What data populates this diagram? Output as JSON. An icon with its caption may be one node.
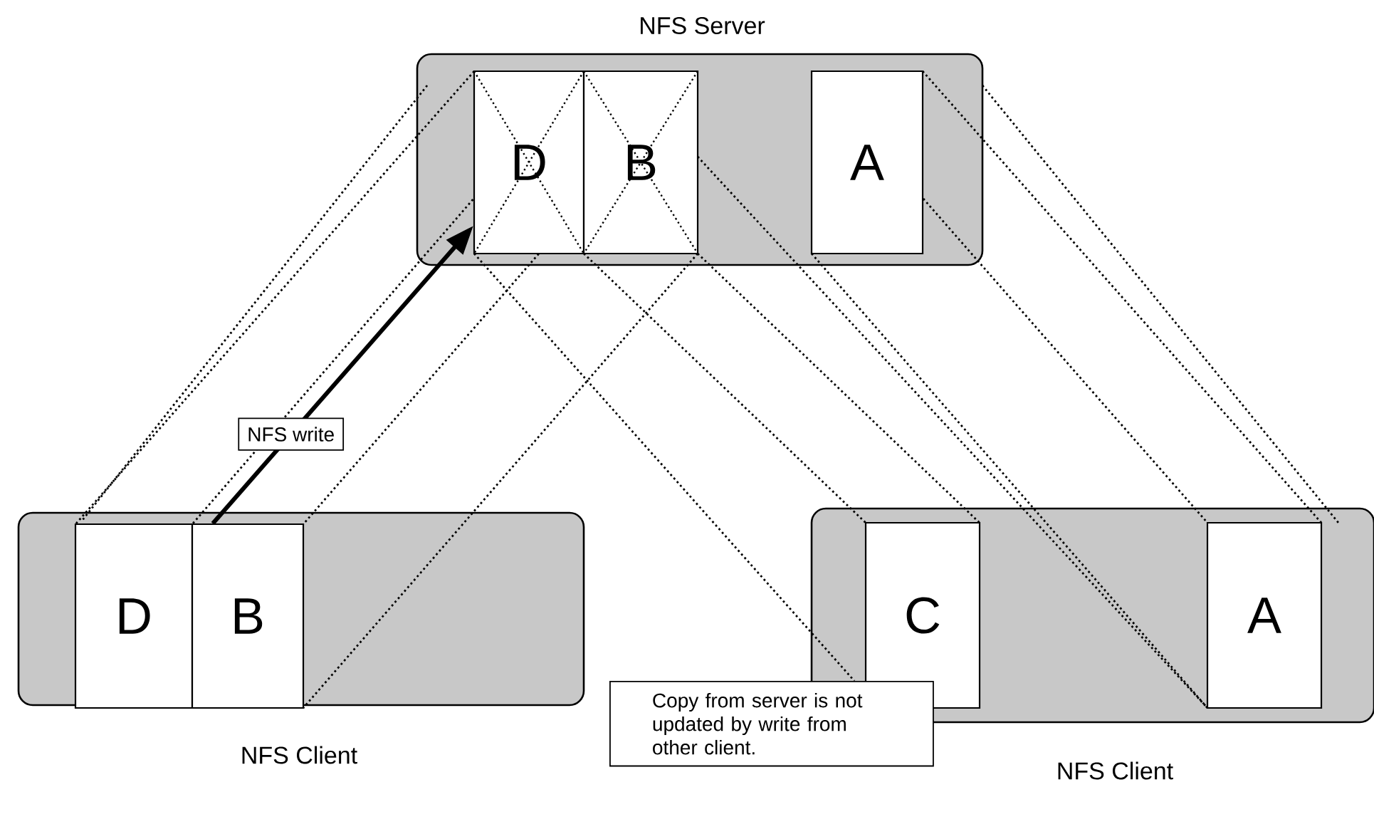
{
  "diagram": {
    "nodes": [
      {
        "text": [
          "NFS Server"
        ]
      },
      {
        "text": [
          "D"
        ],
        "in": 0
      },
      {
        "text": [
          "B"
        ],
        "in": 0
      },
      {
        "text": [
          "A"
        ],
        "in": 0
      },
      {
        "text": [
          "NFS Client"
        ]
      },
      {
        "text": [
          "D"
        ],
        "in": 4
      },
      {
        "text": [
          "B"
        ],
        "in": 4
      },
      {
        "text": [
          "NFS Client"
        ]
      },
      {
        "text": [
          "C"
        ],
        "in": 7
      },
      {
        "text": [
          "A"
        ],
        "in": 7
      },
      {
        "text": [
          "Copy from server is not updated by write from other client."
        ]
      }
    ],
    "edges": [
      {
        "from": 6,
        "to": 1,
        "arrow": "to",
        "label": "NFS write"
      }
    ]
  }
}
